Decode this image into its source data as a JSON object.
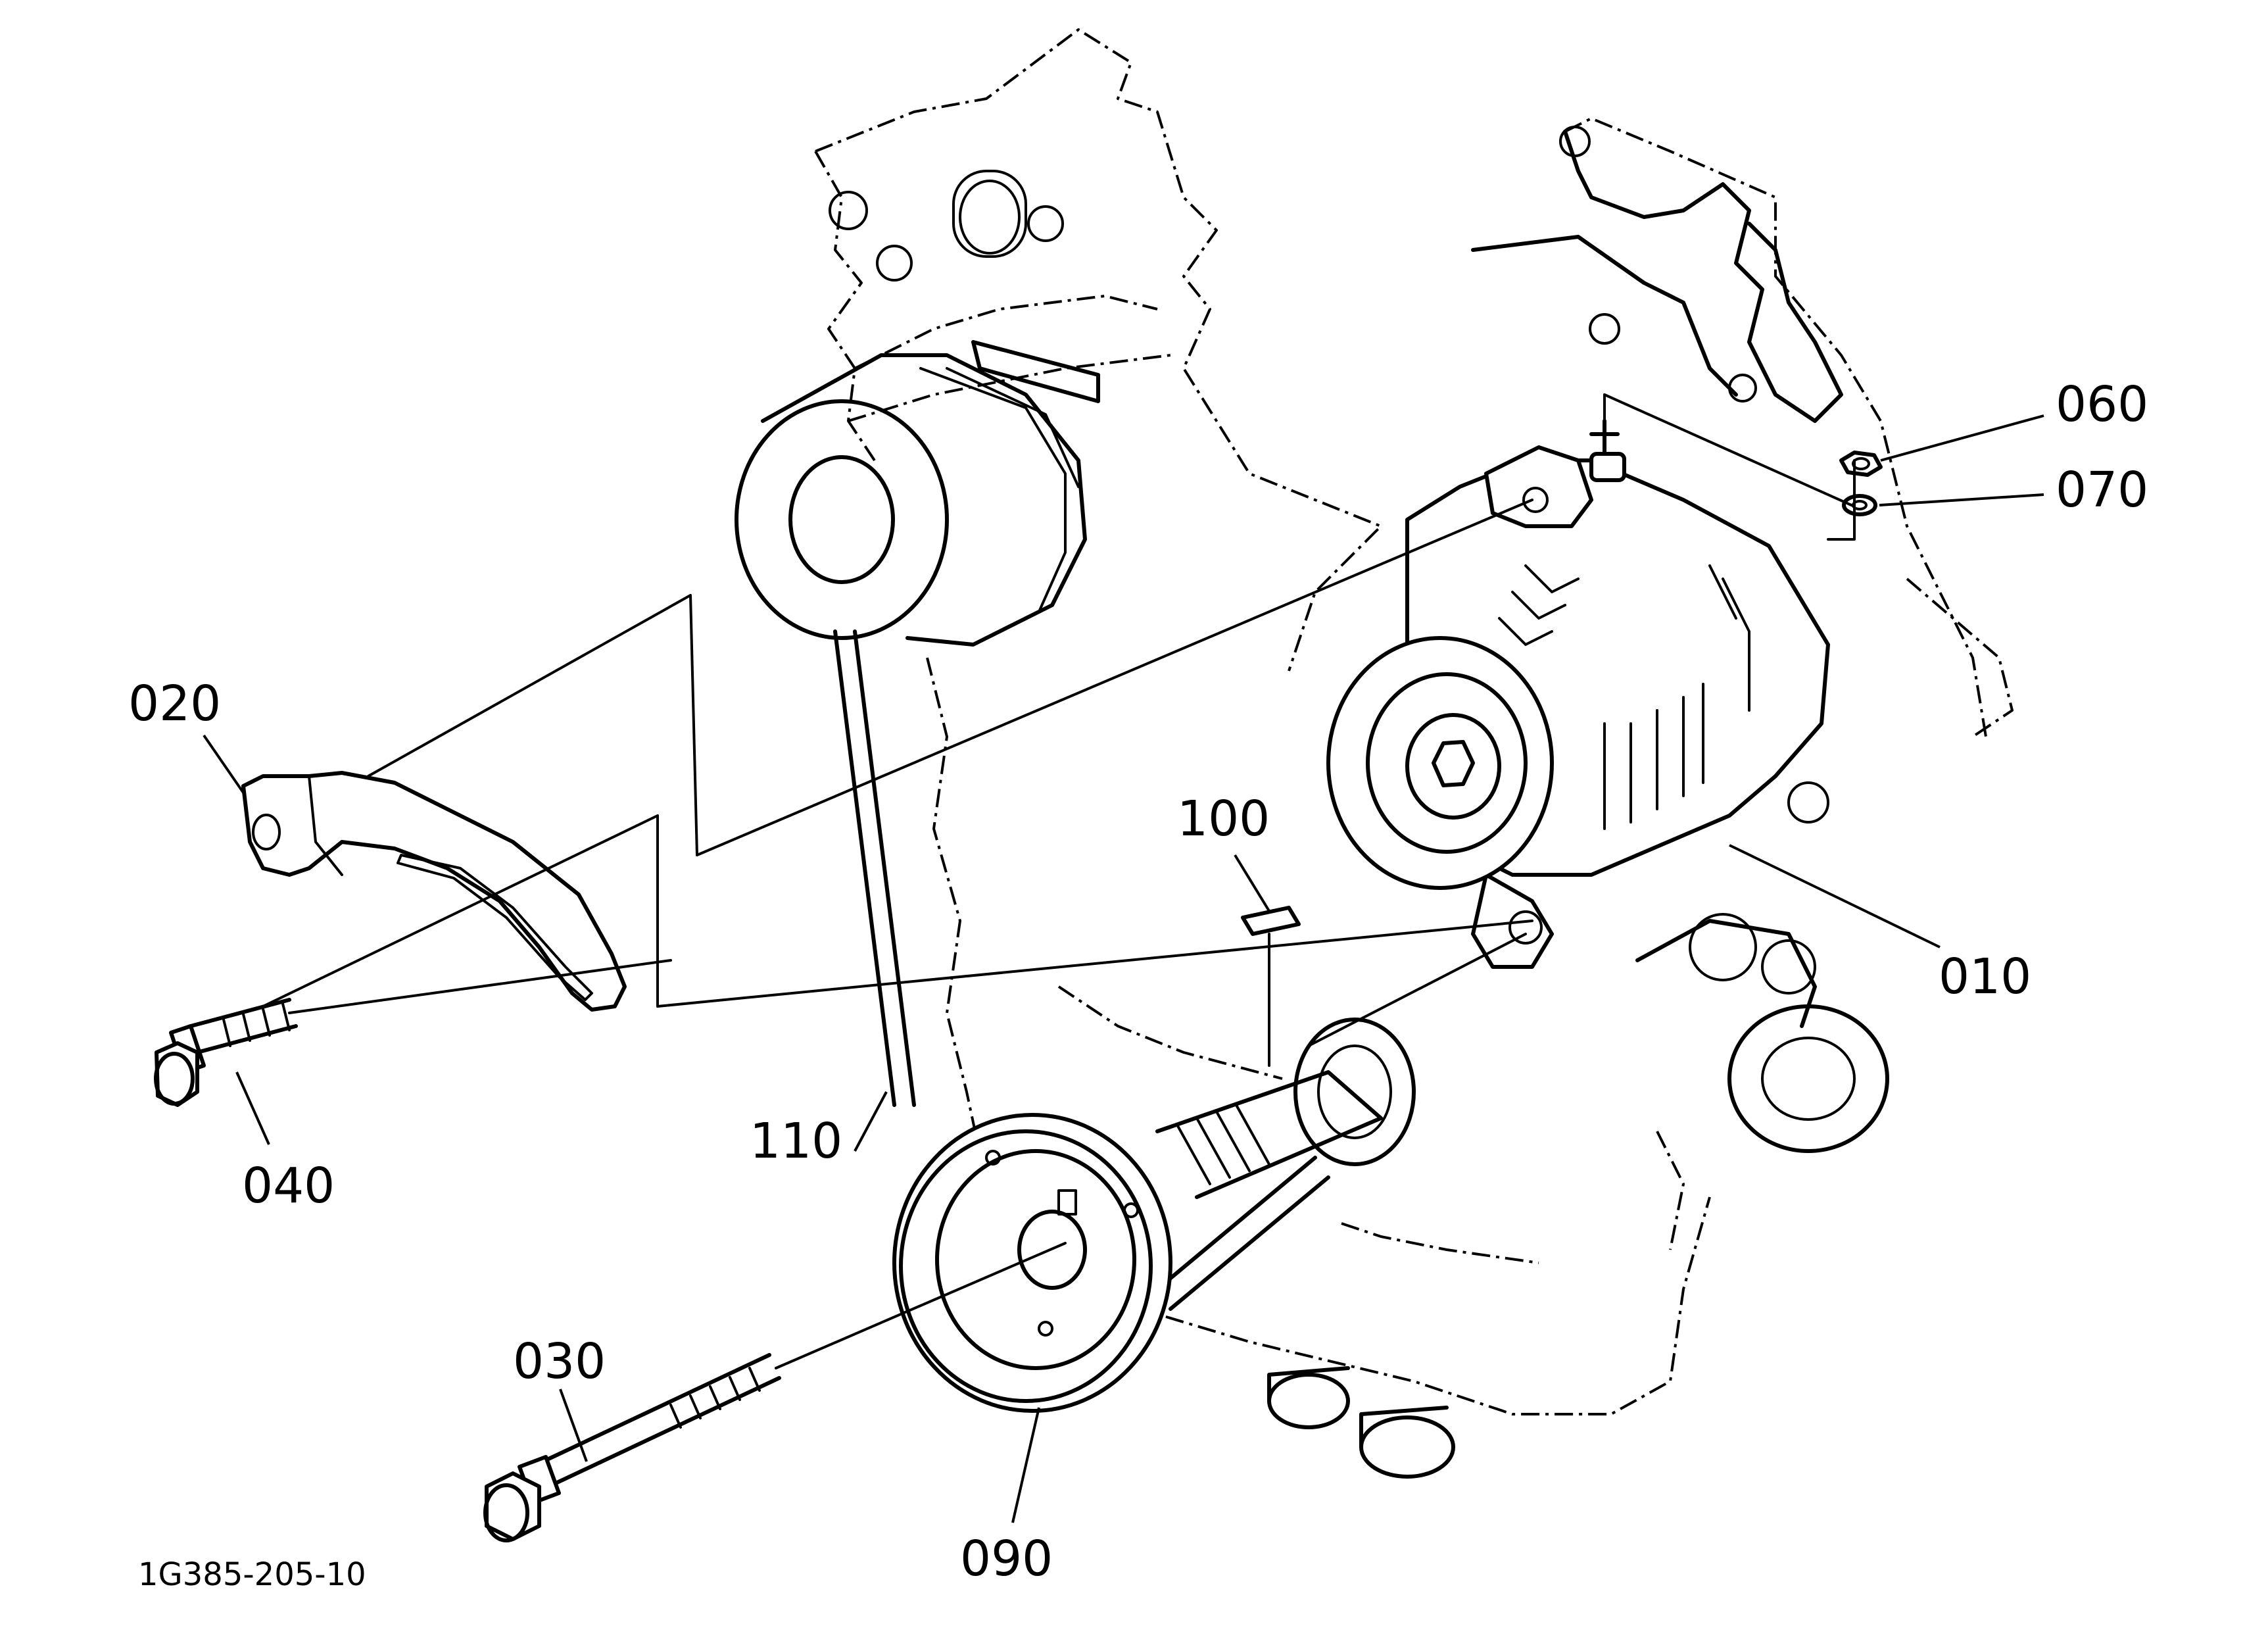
{
  "figure_id": "1G385-205-10",
  "callouts": {
    "c010": "010",
    "c020": "020",
    "c030": "030",
    "c040": "040",
    "c060": "060",
    "c070": "070",
    "c090": "090",
    "c100": "100",
    "c110": "110"
  },
  "colors": {
    "line": "#000000",
    "background": "#ffffff"
  }
}
